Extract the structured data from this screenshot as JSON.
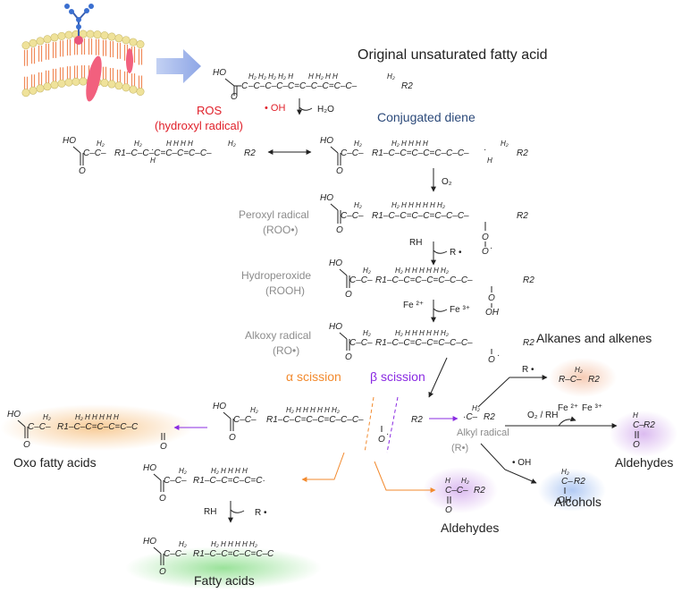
{
  "colors": {
    "red": "#e0202a",
    "blue": "#2b2bd6",
    "green": "#1a9a1a",
    "gray": "#8c8c8c",
    "orange": "#f28a2e",
    "purple": "#8a2be2",
    "navy": "#2c4a7a",
    "arrow_blue": "#8ea6e6",
    "glow_orange": "#f7c58a",
    "glow_green": "#8fdf8f",
    "glow_purple": "#d7b3ee",
    "glow_blue": "#a9c4f2",
    "glow_peach": "#f5c6ad"
  },
  "icons": [
    "cell-membrane-illustration",
    "glycoprotein-icon",
    "transmembrane-protein-icon"
  ],
  "labels": {
    "original": "Original unsaturated fatty acid",
    "ros": "ROS",
    "ros_sub": "(hydroxyl radical)",
    "oh": "• OH",
    "h2o": "H₂O",
    "conjugated": "Conjugated diene",
    "o2": "O₂",
    "peroxyl": "Peroxyl radical",
    "peroxyl_sub": "(ROO•)",
    "rh": "RH",
    "r_dot": "R •",
    "hydroperoxide": "Hydroperoxide",
    "hydroperoxide_sub": "(ROOH)",
    "fe2": "Fe ²⁺",
    "fe3": "Fe ³⁺",
    "alkoxy": "Alkoxy radical",
    "alkoxy_sub": "(RO•)",
    "alkanes": "Alkanes and alkenes",
    "alpha": "α scission",
    "beta": "β scission",
    "o2rh": "O₂ / RH",
    "alkyl": "Alkyl radical",
    "alkyl_sub": "(R•)",
    "oxo": "Oxo fatty acids",
    "aldehydes_right": "Aldehydes",
    "alcohols": "Alcohols",
    "aldehydes_bottom": "Aldehydes",
    "fatty_acids": "Fatty acids"
  }
}
